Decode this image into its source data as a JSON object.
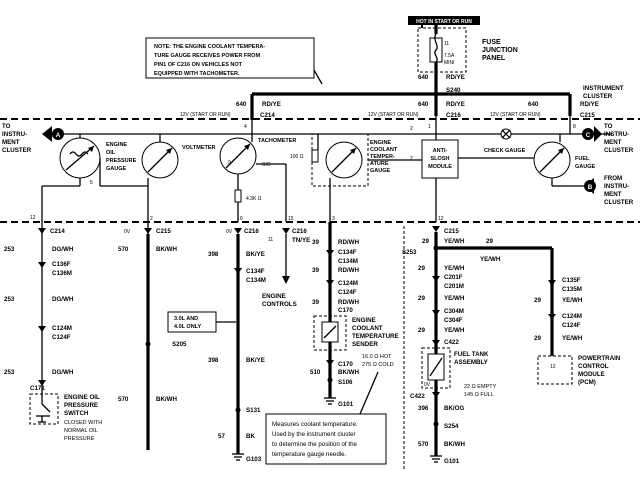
{
  "header": {
    "hot_label": "HOT IN START OR RUN"
  },
  "fuse_panel": {
    "line1": "FUSE",
    "line2": "JUNCTION",
    "line3": "PANEL",
    "fuse_num": "11",
    "fuse_rating1": "7.5A",
    "fuse_rating2": "MINI"
  },
  "note": {
    "line1": "NOTE: THE ENGINE COOLANT TEMPERA-",
    "line2": "TURE GAUGE RECEIVES POWER FROM",
    "line3": "PIN1 OF C216  ON VEHICLES NOT",
    "line4": "EQUIPPED WITH TACHOMETER."
  },
  "top": {
    "c640a": "640",
    "rdye_a": "RD/YE",
    "s240": "S240",
    "c640b": "640",
    "rdye_b": "RD/YE",
    "c640c": "640",
    "rdye_c": "RD/YE",
    "c640d": "640",
    "rdye_d": "RD/YE",
    "v12a": "12V (START OR RUN)",
    "c214": "C214",
    "v12b": "12V (START OR RUN)",
    "c216": "C216",
    "v12c": "12V (START OR RUN)",
    "c215": "C215",
    "instr1": "INSTRUMENT",
    "instr2": "CLUSTER"
  },
  "cluster": {
    "left_arrow_letter": "A",
    "left_to1": "TO",
    "left_to2": "INSTRU-",
    "left_to3": "MENT",
    "left_to4": "CLUSTER",
    "right_c_letter": "C",
    "right_c1": "TO",
    "right_c2": "INSTRU-",
    "right_c3": "MENT",
    "right_c4": "CLUSTER",
    "right_b_letter": "B",
    "right_b1": "FROM",
    "right_b2": "INSTRU-",
    "right_b3": "MENT",
    "right_b4": "CLUSTER",
    "oil_gauge1": "ENGINE",
    "oil_gauge2": "OIL",
    "oil_gauge3": "PRESSURE",
    "oil_gauge4": "GAUGE",
    "voltmeter": "VOLTMETER",
    "tachometer": "TACHOMETER",
    "sig": "SIG",
    "r43k": "4.3K Ω",
    "r100": "100 Ω",
    "ect1": "ENGINE",
    "ect2": "COOLANT",
    "ect3": "TEMPER-",
    "ect4": "ATURE",
    "ect5": "GAUGE",
    "antislosh1": "ANTI-",
    "antislosh2": "SLOSH",
    "antislosh3": "MODULE",
    "check_gauge": "CHECK GAUGE",
    "fuel1": "FUEL",
    "fuel2": "GAUGE",
    "pin4": "4",
    "pin5": "5",
    "pin2": "2",
    "pin9": "9",
    "pin15": "15",
    "pin1": "1",
    "pin8": "8",
    "pin6": "6",
    "pin12": "12",
    "pin3": "3",
    "pin2b": "2",
    "pin2c": "2"
  },
  "col1": {
    "pin": "12",
    "conn": "C214",
    "w253a": "253",
    "dgwh_a": "DG/WH",
    "c136f": "C136F",
    "c136m": "C136M",
    "w253b": "253",
    "dgwh_b": "DG/WH",
    "c124m": "C124M",
    "c124f": "C124F",
    "w253c": "253",
    "dgwh_c": "DG/WH",
    "c171": "C171",
    "sw1": "ENGINE OIL",
    "sw2": "PRESSURE",
    "sw3": "SWITCH",
    "sw4": "CLOSED WITH",
    "sw5": "NORMAL OIL",
    "sw6": "PRESSURE"
  },
  "col2": {
    "pin": "2",
    "v": "0V",
    "conn": "C215",
    "w570a": "570",
    "bkwh_a": "BK/WH",
    "s205": "S205",
    "w570b": "570",
    "bkwh_b": "BK/WH"
  },
  "col3": {
    "pin": "6",
    "v": "0V",
    "conn": "C216",
    "w398a": "398",
    "bkye_a": "BK/YE",
    "c134f": "C134F",
    "c134m": "C134M",
    "box1": "3.0L AND",
    "box2": "4.0L ONLY",
    "w398b": "398",
    "bkye_b": "BK/YE",
    "s131": "S131",
    "w57": "57",
    "bk": "BK",
    "g103": "G103"
  },
  "col4": {
    "pin": "11",
    "conn": "C216",
    "color": "TN/YE",
    "ec1": "ENGINE",
    "ec2": "CONTROLS"
  },
  "col5": {
    "w39a": "39",
    "rdwh_a": "RD/WH",
    "c134f": "C134F",
    "c134m": "C134M",
    "w39b": "39",
    "rdwh_b": "RD/WH",
    "c124m": "C124M",
    "c124f": "C124F",
    "w39c": "39",
    "rdwh_c": "RD/WH",
    "c170a": "C170",
    "sender1": "ENGINE",
    "sender2": "COOLANT",
    "sender3": "TEMPERATURE",
    "sender4": "SENDER",
    "hot": "16.0 Ω HOT",
    "cold": "275 Ω COLD",
    "c170b": "C170",
    "w510": "510",
    "bkwh": "BK/WH",
    "s106": "S106",
    "g101": "G101"
  },
  "callout": {
    "line1": "Measures coolant temperature.",
    "line2": "Used by the instrument cluster",
    "line3": "to determine the position of the",
    "line4": "temperature gauge needle."
  },
  "col6": {
    "pin": "12",
    "conn": "C215",
    "w29a": "29",
    "yewh_a": "YE/WH",
    "w29top": "29",
    "s253": "S253",
    "w29b": "29",
    "yewh_b": "YE/WH",
    "w29c": "29",
    "yewh_c": "YE/WH",
    "c201f": "C201F",
    "c201m": "C201M",
    "w29d": "29",
    "yewh_d": "YE/WH",
    "c304m": "C304M",
    "c304f": "C304F",
    "w29e": "29",
    "yewh_e": "YE/WH",
    "c422a": "C422",
    "ft1": "FUEL TANK",
    "ft2": "ASSEMBLY",
    "v0": "0V",
    "empty": "22 Ω EMPTY",
    "full": "145 Ω FULL",
    "c422b": "C422",
    "w396": "396",
    "bkog": "BK/OG",
    "s254": "S254",
    "w570": "570",
    "bkwh": "BK/WH",
    "g101": "G101"
  },
  "col7": {
    "yewh_top": "YE/WH",
    "c135f": "C135F",
    "c135m": "C135M",
    "w29a": "29",
    "yewh_a": "YE/WH",
    "c124m": "C124M",
    "c124f": "C124F",
    "w29b": "29",
    "yewh_b": "YE/WH",
    "pin12": "12",
    "pcm1": "POWERTRAIN",
    "pcm2": "CONTROL",
    "pcm3": "MODULE",
    "pcm4": "(PCM)"
  }
}
